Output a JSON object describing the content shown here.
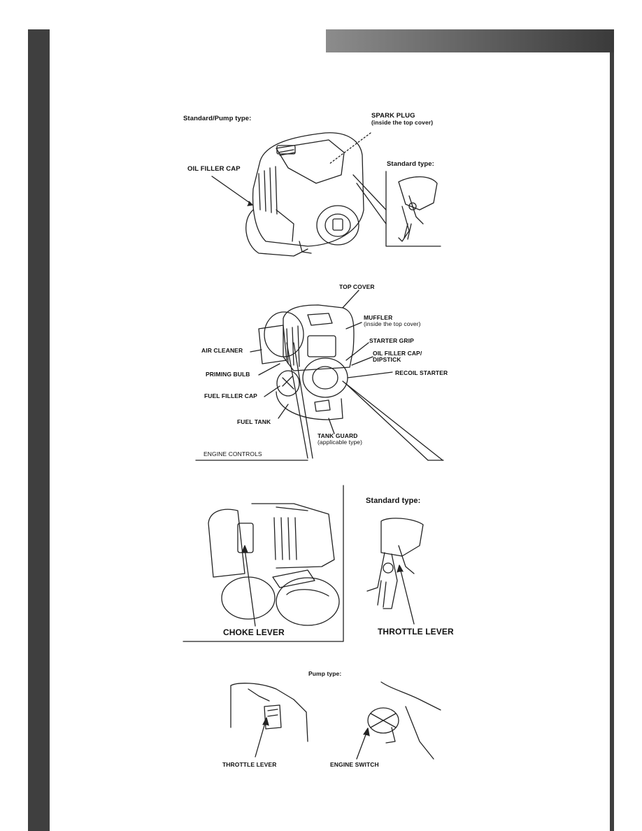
{
  "fig1": {
    "heading": "Standard/Pump type:",
    "spark_plug": "SPARK PLUG",
    "spark_plug_sub": "(inside the top cover)",
    "oil_filler_cap": "OIL FILLER CAP",
    "inset_heading": "Standard type:"
  },
  "fig2": {
    "top_cover": "TOP COVER",
    "muffler": "MUFFLER",
    "muffler_sub": "(inside the top cover)",
    "starter_grip": "STARTER GRIP",
    "oil_filler_cap_1": "OIL FILLER CAP/",
    "oil_filler_cap_2": "DIPSTICK",
    "air_cleaner": "AIR CLEANER",
    "priming_bulb": "PRIMING BULB",
    "recoil_starter": "RECOIL STARTER",
    "fuel_filler_cap": "FUEL FILLER CAP",
    "fuel_tank": "FUEL TANK",
    "tank_guard": "TANK GUARD",
    "tank_guard_sub": "(applicable type)",
    "engine_controls": "ENGINE CONTROLS"
  },
  "fig3": {
    "choke_lever": "CHOKE LEVER",
    "standard_type": "Standard type:",
    "throttle_lever": "THROTTLE LEVER"
  },
  "fig4": {
    "pump_type": "Pump type:",
    "throttle_lever": "THROTTLE LEVER",
    "engine_switch": "ENGINE SWITCH"
  }
}
